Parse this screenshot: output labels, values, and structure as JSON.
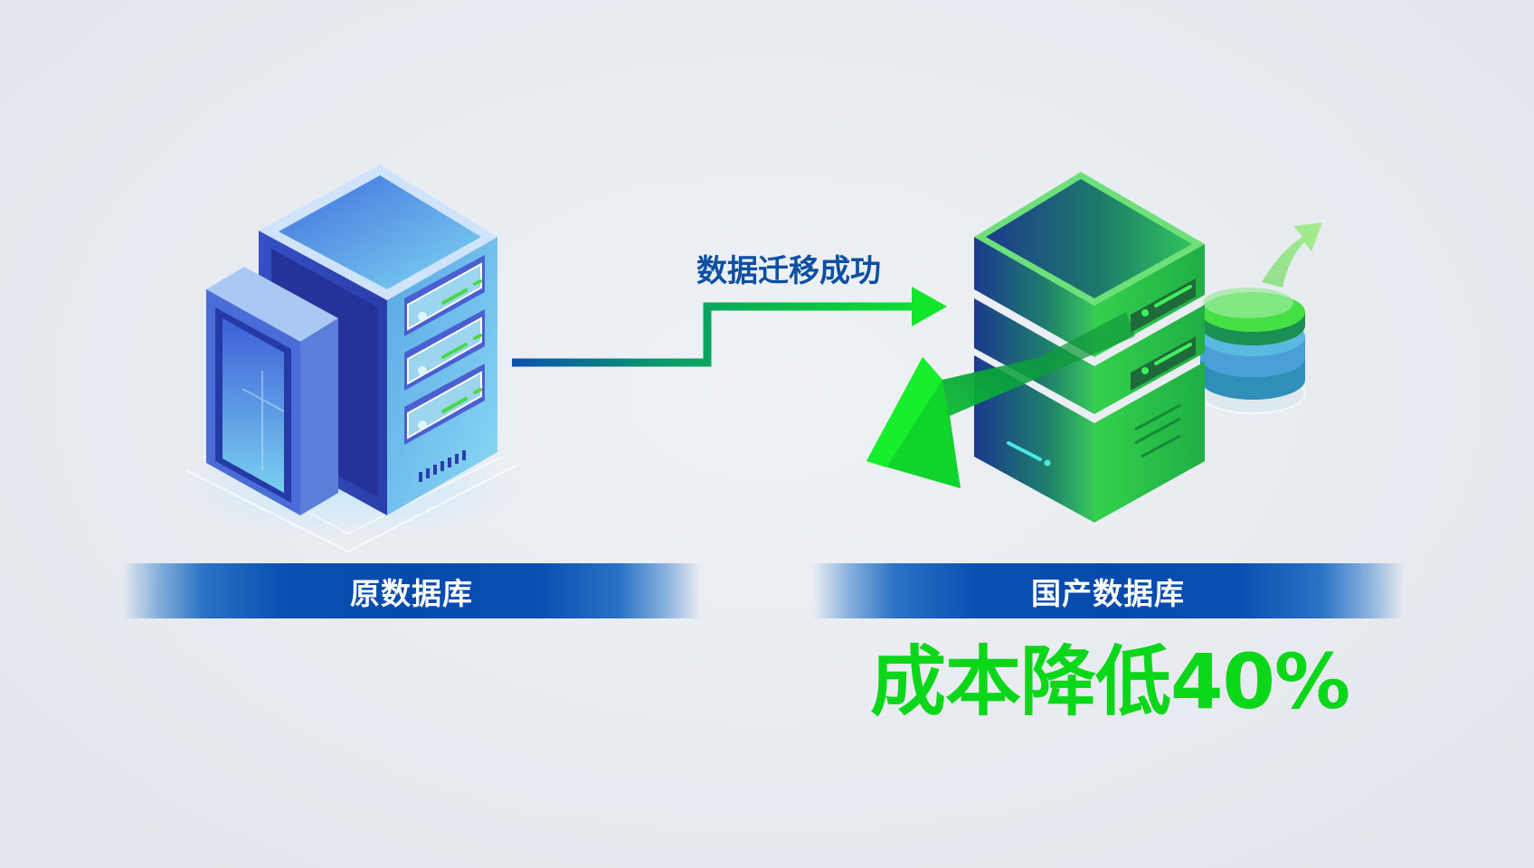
{
  "diagram": {
    "migration_label": "数据迁移成功",
    "source": {
      "label": "原数据库",
      "icon": "blue-server-rack-icon"
    },
    "target": {
      "label": "国产数据库",
      "icon": "green-server-stack-icon"
    },
    "result": {
      "text": "成本降低40%",
      "metric": "cost reduction",
      "value_percent": 40
    },
    "colors": {
      "background": "#e8ebf0",
      "label_bar": "#064aae",
      "label_text": "#ffffff",
      "migration_text": "#0d4fa3",
      "result_text": "#0ad61a",
      "connector_start": "#0a4fb0",
      "connector_end": "#10e020"
    }
  }
}
